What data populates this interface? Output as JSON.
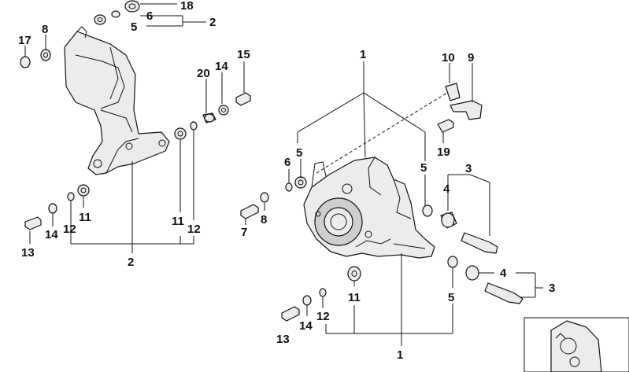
{
  "diagram": {
    "callouts": {
      "c18": "18",
      "c6_top": "6",
      "c5_top": "5",
      "c2_top": "2",
      "c17": "17",
      "c8_top": "8",
      "c15": "15",
      "c20": "20",
      "c14_mid": "14",
      "c1_top": "1",
      "c10": "10",
      "c9": "9",
      "c6_mid": "6",
      "c5_mid": "5",
      "c5_right": "5",
      "c3_upper": "3",
      "c4_upper": "4",
      "c19": "19",
      "c11_left": "11",
      "c12_left": "12",
      "c14_left": "14",
      "c13_left": "13",
      "c11_mid": "11",
      "c12_mid": "12",
      "c2_bottom": "2",
      "c7": "7",
      "c8_mid": "8",
      "c4_lower": "4",
      "c3_lower": "3",
      "c5_lower": "5",
      "c11_lower": "11",
      "c12_lower": "12",
      "c14_lower": "14",
      "c13_lower": "13",
      "c1_bottom": "1"
    }
  }
}
